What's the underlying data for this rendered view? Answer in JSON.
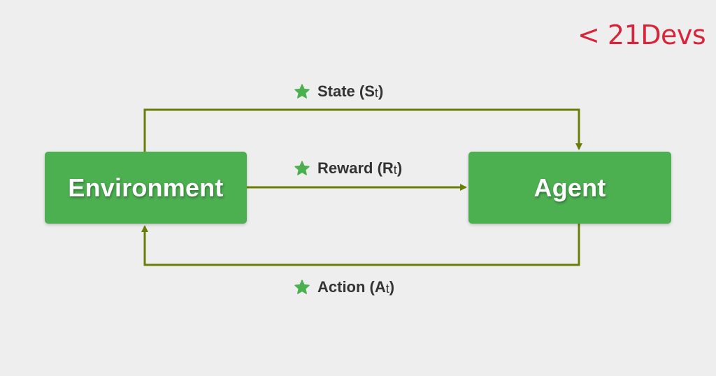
{
  "logo": {
    "text": "< 21Devs",
    "color": "#d8243a"
  },
  "nodes": {
    "environment": "Environment",
    "agent": "Agent"
  },
  "edges": {
    "state": {
      "label": "State (S",
      "subscript": "t",
      "suffix": ")"
    },
    "reward": {
      "label": "Reward (R",
      "subscript": "t",
      "suffix": ")"
    },
    "action": {
      "label": "Action (A",
      "subscript": "t",
      "suffix": ")"
    }
  },
  "colors": {
    "background": "#eeeeee",
    "node_fill": "#4caf50",
    "arrow": "#6b7c07",
    "star": "#4caf50",
    "text": "#333333"
  },
  "icons": {
    "edge_marker": "star-icon"
  }
}
